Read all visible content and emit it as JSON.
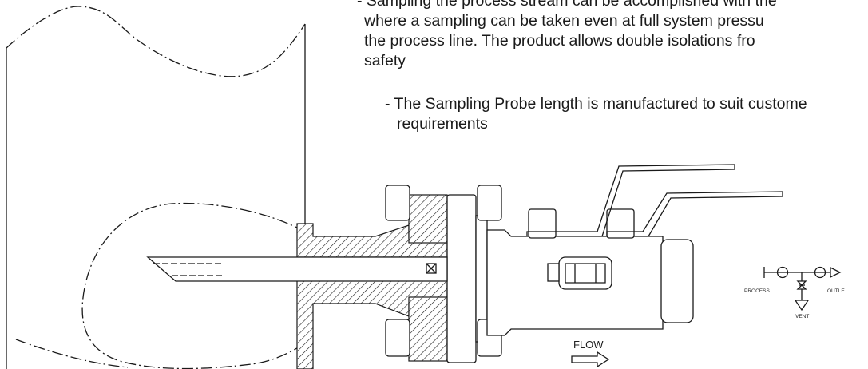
{
  "description": {
    "bullet1": {
      "lines": [
        "- Sampling the process stream can be accomplished with the",
        "where a sampling can be taken even at full system pressu",
        "the process line. The product allows double isolations fro",
        "safety"
      ]
    },
    "bullet2": {
      "lines": [
        "- The Sampling Probe length is manufactured to suit custome",
        "requirements"
      ]
    }
  },
  "schematic": {
    "process_label": "PROCESS",
    "outlet_label": "OUTLE",
    "vent_label": "VENT"
  },
  "flow_label": "FLOW",
  "colors": {
    "line": "#1a1a1a",
    "background": "#ffffff"
  }
}
